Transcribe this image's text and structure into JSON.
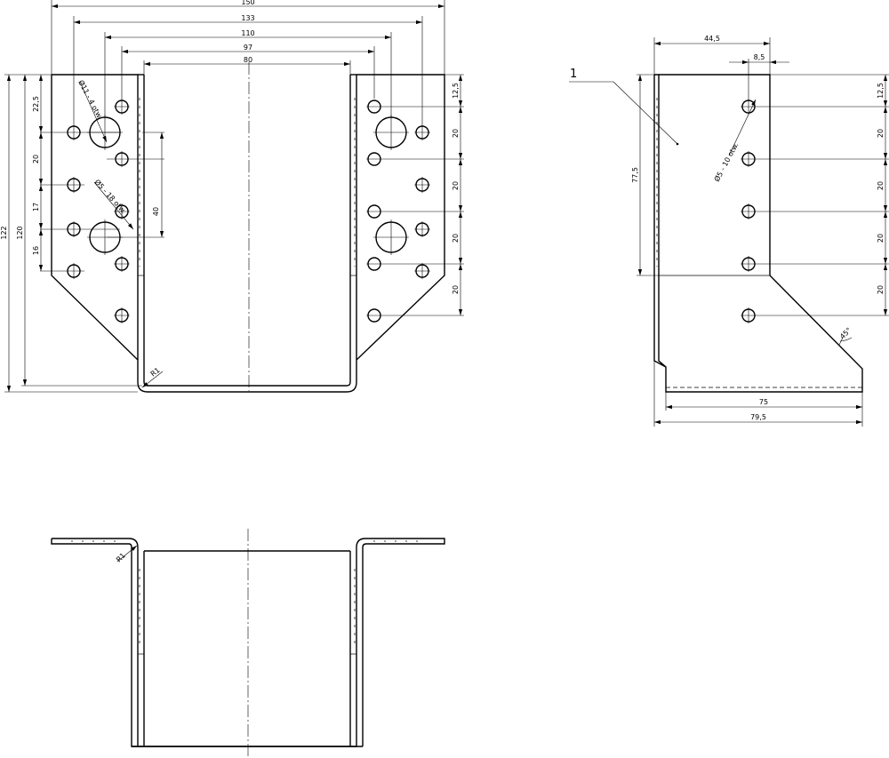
{
  "front_view": {
    "dims_horizontal": [
      "150",
      "133",
      "110",
      "97",
      "80"
    ],
    "dims_vertical_left": [
      "22,5",
      "20",
      "17",
      "16",
      "40"
    ],
    "overall_height_outer": "122",
    "overall_height_inner": "120",
    "dims_vertical_right": [
      "12,5",
      "20",
      "20",
      "20",
      "20"
    ],
    "hole_note_large": "Ø11 - 4 otw.",
    "hole_note_small": "Ø5 - 18 otw.",
    "bend_radius": "R1"
  },
  "side_view": {
    "part_number": "1",
    "dim_width": "44,5",
    "dim_edge": "8,5",
    "dim_height": "77,5",
    "dims_vertical": [
      "12,5",
      "20",
      "20",
      "20",
      "20"
    ],
    "hole_note": "Ø5 - 10 otw.",
    "angle": "45°",
    "dim_base": "75",
    "dim_base_total": "79,5"
  },
  "top_view": {
    "bend_radius": "R1"
  }
}
